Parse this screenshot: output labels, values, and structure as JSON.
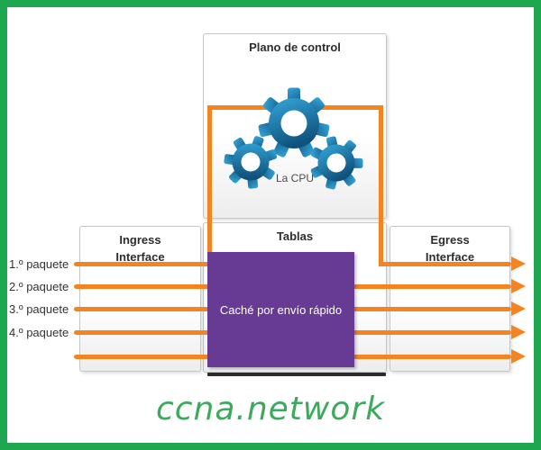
{
  "frame": {
    "border_color": "#1FA750",
    "background": "#FFFFFF"
  },
  "control_plane": {
    "title": "Plano de control",
    "cpu_label": "La CPU"
  },
  "interfaces": {
    "ingress_label": "Ingress Interface",
    "tables_label": "Tablas",
    "egress_label": "Egress Interface"
  },
  "cache": {
    "label": "Caché por envío rápido",
    "color": "#673A94"
  },
  "packets": {
    "labels": [
      "1.º paquete",
      "2.º paquete",
      "3.º paquete",
      "4.º paquete"
    ],
    "arrow_count": 5,
    "arrow_color": "#F5831F"
  },
  "watermark": {
    "text": "ccna.network",
    "color": "#3BAB5B"
  },
  "colors": {
    "gear_blue_light": "#35A7DC",
    "gear_blue_dark": "#0F527C",
    "box_border": "#C6C6C6",
    "text_dark": "#2D2D2D"
  }
}
